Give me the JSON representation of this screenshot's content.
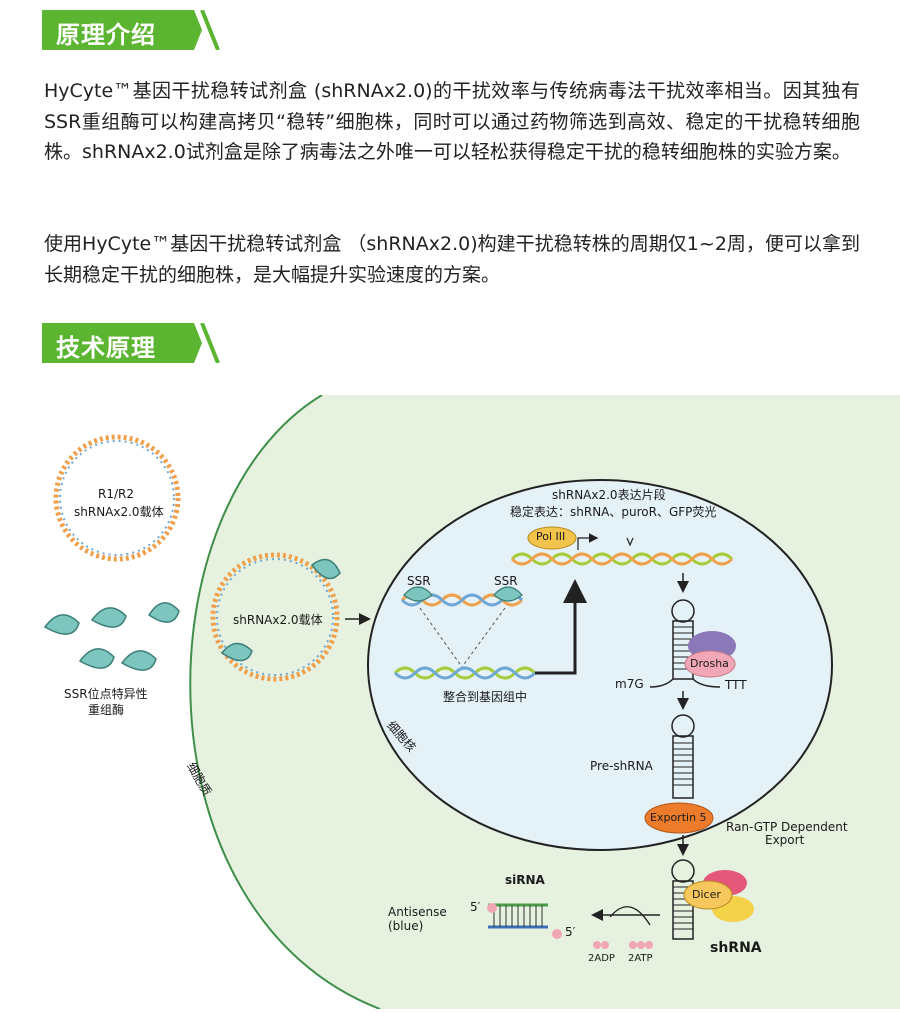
{
  "section1": {
    "title": "原理介绍",
    "paragraphs": [
      "HyCyte™基因干扰稳转试剂盒 (shRNAx2.0)的干扰效率与传统病毒法干扰效率相当。因其独有SSR重组酶可以构建高拷贝“稳转”细胞株，同时可以通过药物筛选到高效、稳定的干扰稳转细胞株。shRNAx2.0试剂盒是除了病毒法之外唯一可以轻松获得稳定干扰的稳转细胞株的实验方案。",
      "使用HyCyte™基因干扰稳转试剂盒 （shRNAx2.0)构建干扰稳转株的周期仅1~2周，便可以拿到长期稳定干扰的细胞株，是大幅提升实验速度的方案。"
    ]
  },
  "section2": {
    "title": "技术原理"
  },
  "diagram": {
    "vector_r1r2": "R1/R2",
    "vector_label": "shRNAx2.0载体",
    "enzyme_label_1": "SSR位点特异性",
    "enzyme_label_2": "重组酶",
    "cytoplasm": "细胞质",
    "nucleus": "细胞核",
    "vector_in_cell": "shRNAx2.0载体",
    "ssr_left": "SSR",
    "ssr_right": "SSR",
    "integrate": "整合到基因组中",
    "fragment_title": "shRNAx2.0表达片段",
    "stable_expr": "稳定表达：shRNA、puroR、GFP荧光",
    "pol3": "Pol III",
    "drosha": "Drosha",
    "m7g": "m7G",
    "ttt": "TTT",
    "pre_shrna": "Pre-shRNA",
    "exportin": "Exportin 5",
    "ran_1": "Ran-GTP Dependent",
    "ran_2": "Export",
    "dicer": "Dicer",
    "shrna": "shRNA",
    "sirna": "siRNA",
    "antisense_1": "Antisense",
    "antisense_2": "(blue)",
    "five_prime_top": "5′",
    "five_prime_bottom": "5′",
    "adp": "2ADP",
    "atp": "2ATP"
  },
  "colors": {
    "header_green": "#5cb531",
    "cell_fill": "#e6f1e0",
    "nucleus_fill": "#e4f1f6",
    "enzyme": "#7cc6bf",
    "dna_orange": "#f0a04b",
    "dna_blue": "#6fa8d6",
    "dna_green": "#a6cc3c"
  }
}
